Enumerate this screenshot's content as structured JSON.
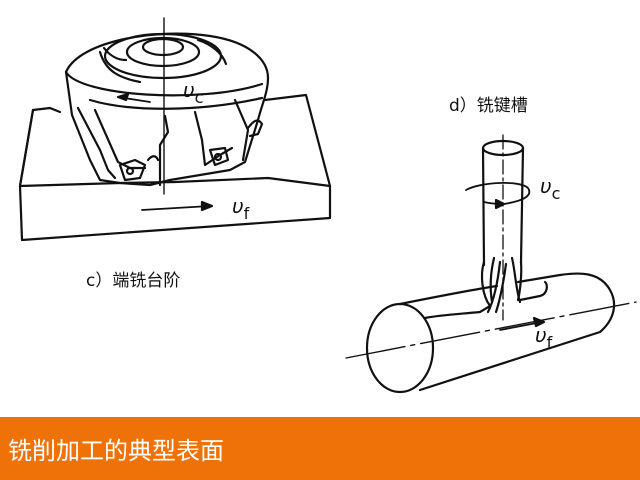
{
  "figures": [
    {
      "id": "c",
      "label": "c）端铣台阶",
      "symbols": {
        "cutting_speed": "υ",
        "cutting_speed_sub": "c",
        "feed_speed": "υ",
        "feed_speed_sub": "f"
      }
    },
    {
      "id": "d",
      "label": "d）铣键槽",
      "symbols": {
        "cutting_speed": "υ",
        "cutting_speed_sub": "c",
        "feed_speed": "υ",
        "feed_speed_sub": "f"
      }
    }
  ],
  "footer": {
    "title": "铣削加工的典型表面",
    "background_color": "#EE7208",
    "text_color": "#FFFFFF"
  }
}
